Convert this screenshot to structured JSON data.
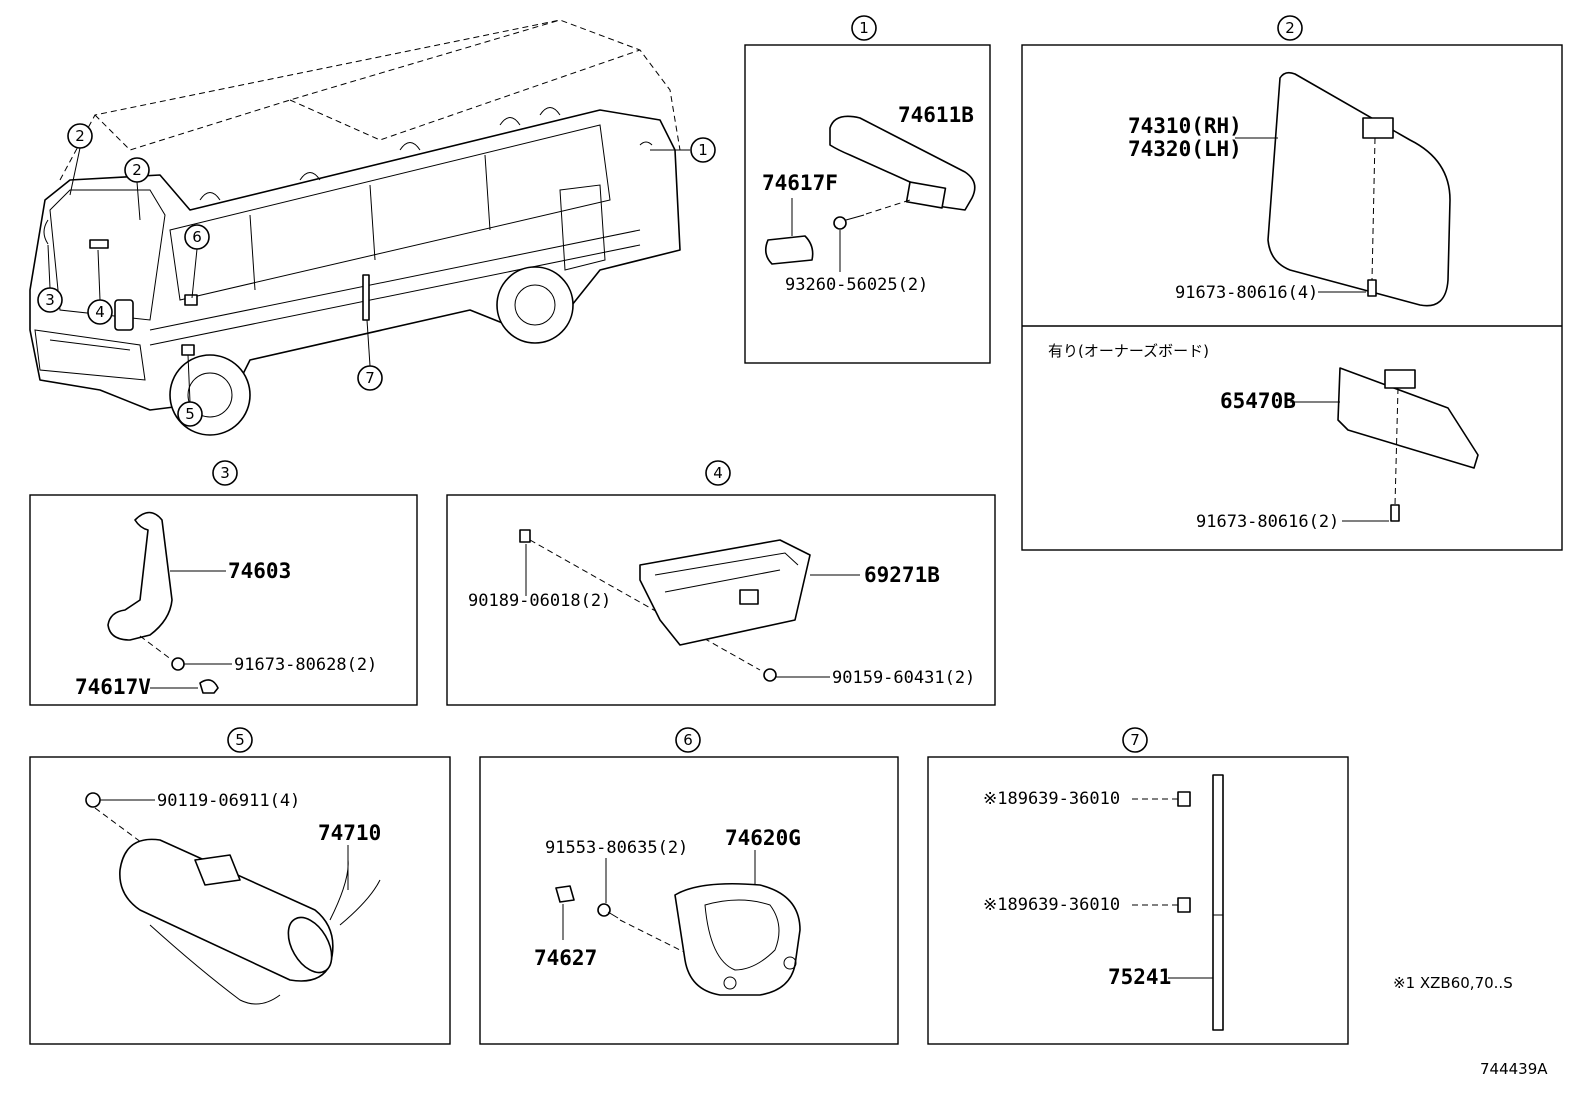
{
  "sections": {
    "s1": {
      "num": "1",
      "parts": [
        "74611B",
        "74617F",
        "93260-56025(2)"
      ]
    },
    "s2": {
      "num": "2",
      "parts": [
        "74310(RH)",
        "74320(LH)",
        "91673-80616(4)"
      ],
      "note": "有り(オーナーズボード)",
      "parts_b": [
        "65470B",
        "91673-80616(2)"
      ]
    },
    "s3": {
      "num": "3",
      "parts": [
        "74603",
        "91673-80628(2)",
        "74617V"
      ]
    },
    "s4": {
      "num": "4",
      "parts": [
        "90189-06018(2)",
        "69271B",
        "90159-60431(2)"
      ]
    },
    "s5": {
      "num": "5",
      "parts": [
        "90119-06911(4)",
        "74710"
      ]
    },
    "s6": {
      "num": "6",
      "parts": [
        "91553-80635(2)",
        "74620G",
        "74627"
      ]
    },
    "s7": {
      "num": "7",
      "parts": [
        "※189639-36010",
        "※189639-36010",
        "75241"
      ]
    }
  },
  "vehicle_callouts": [
    "1",
    "2",
    "2",
    "3",
    "4",
    "5",
    "6",
    "7"
  ],
  "footnote": "※1 XZB60,70..S",
  "diagram_code": "744439A"
}
